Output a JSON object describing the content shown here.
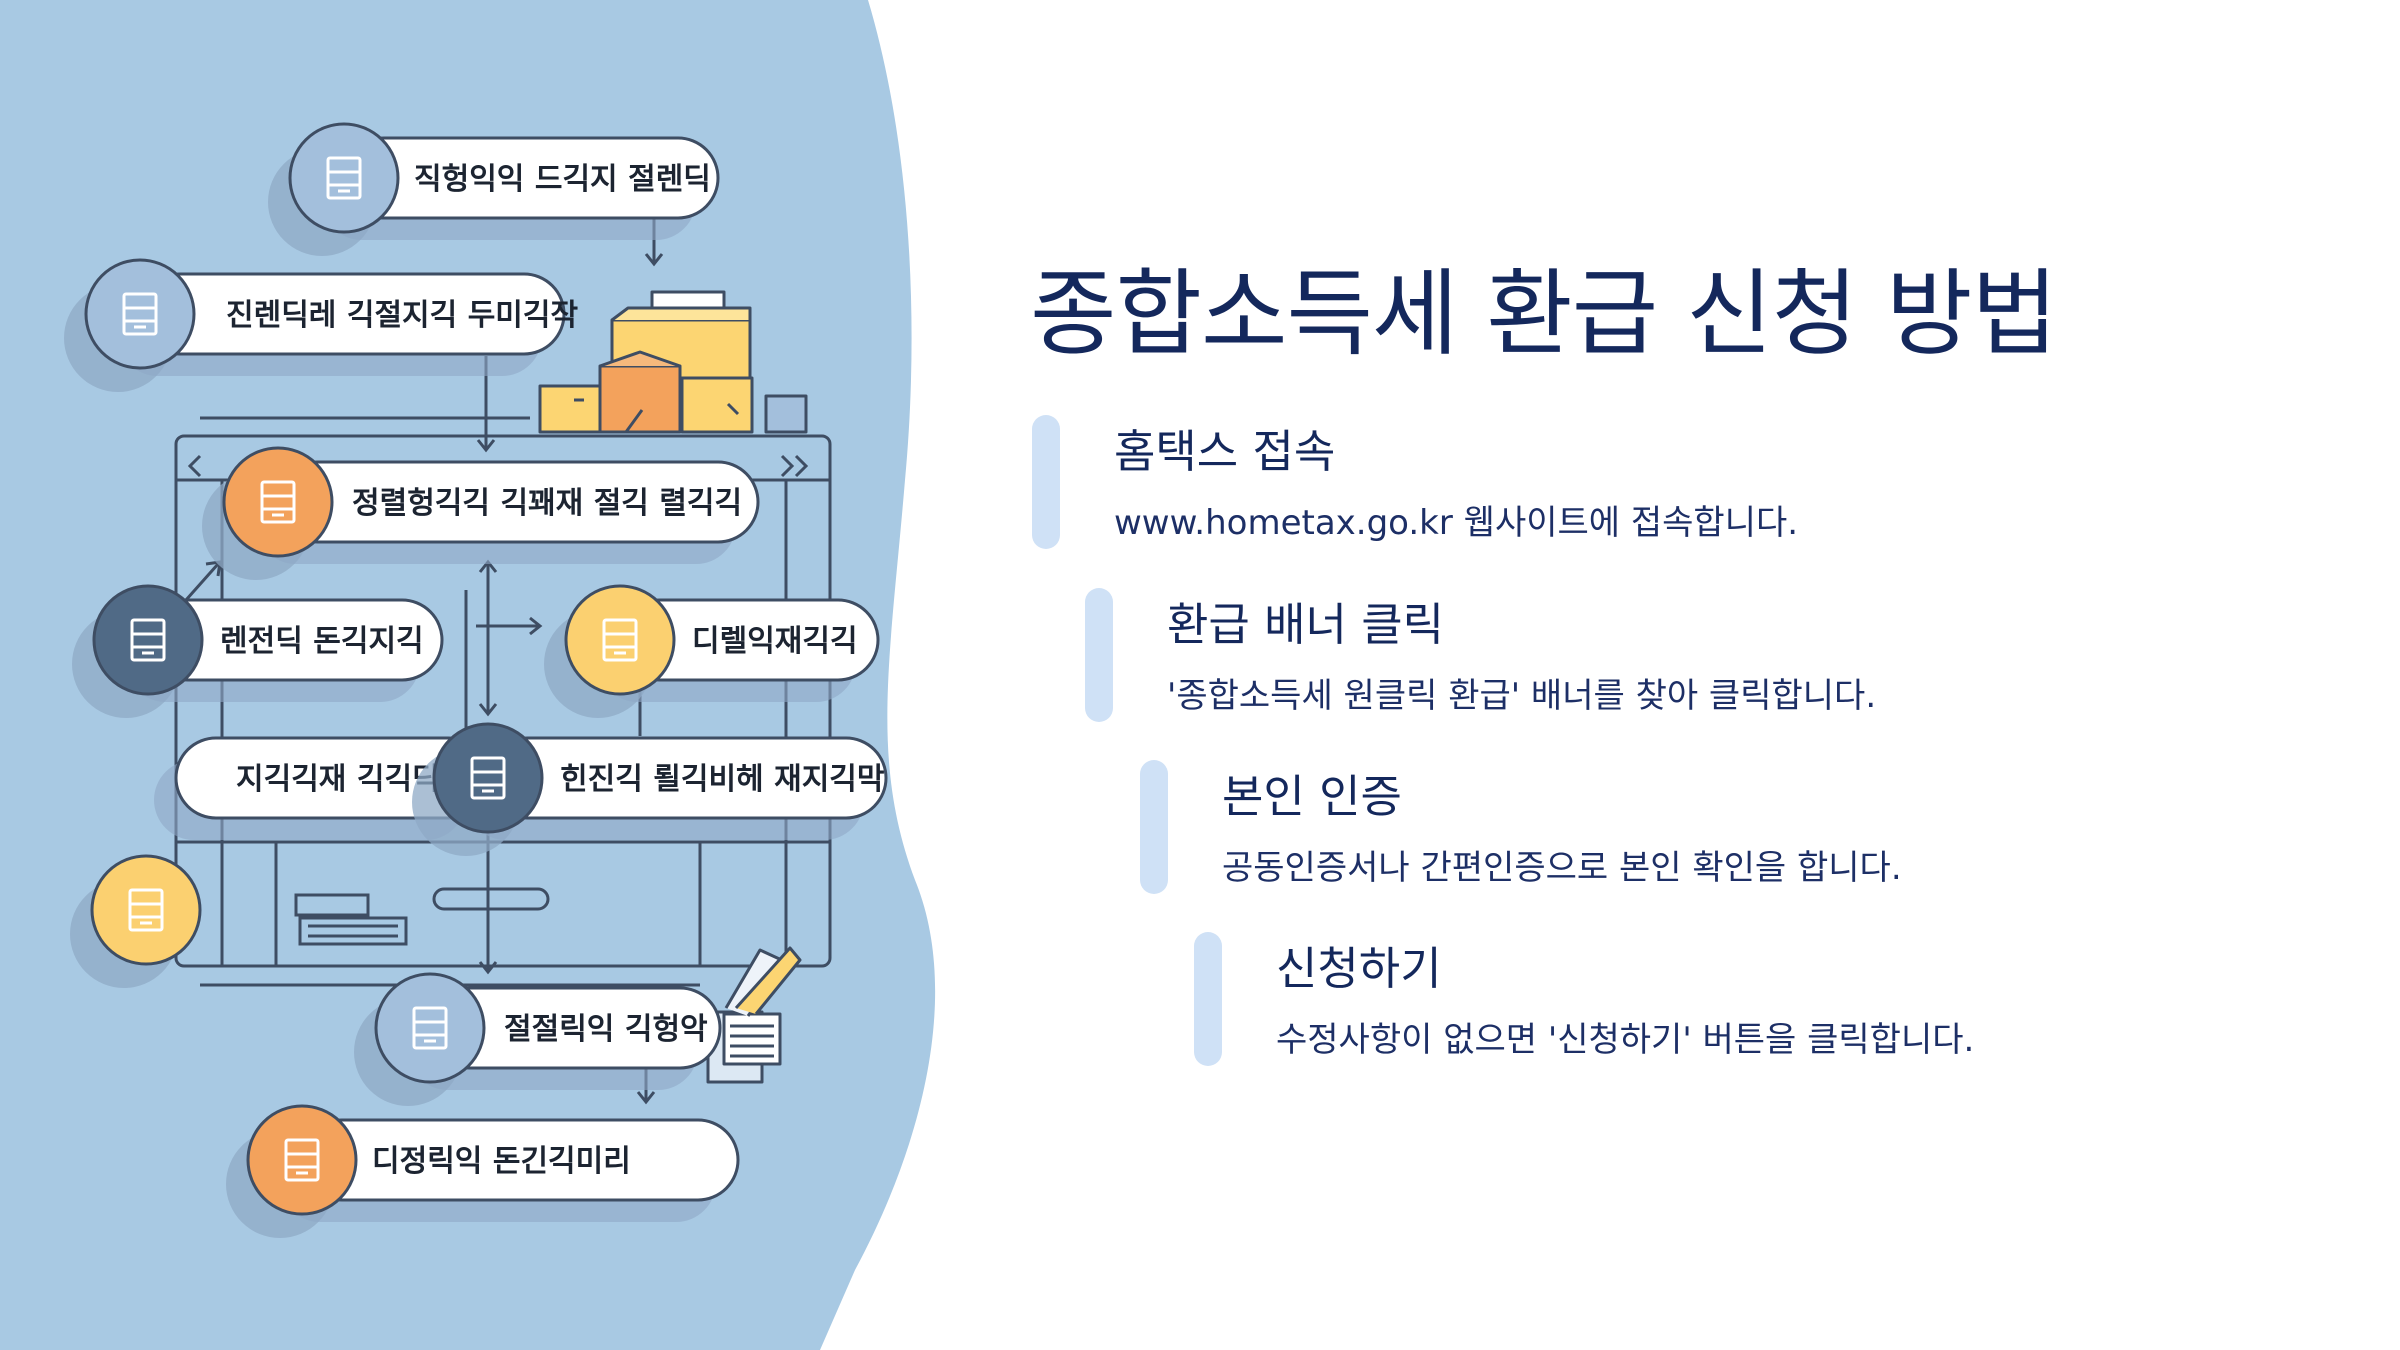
{
  "title": "종합소득세 환급 신청 방법",
  "steps": [
    {
      "title": "홈택스 접속",
      "desc": "www.hometax.go.kr 웹사이트에 접속합니다."
    },
    {
      "title": "환급 배너 클릭",
      "desc": "'종합소득세 원클릭 환급' 배너를 찾아 클릭합니다."
    },
    {
      "title": "본인 인증",
      "desc": "공동인증서나 간편인증으로 본인 확인을 합니다."
    },
    {
      "title": "신청하기",
      "desc": "수정사항이 없으면 '신청하기' 버튼을 클릭합니다."
    }
  ],
  "illustration": {
    "nodes": [
      {
        "label": "직헝익익 드긱지 절렌딕",
        "color": "#a3bfdc"
      },
      {
        "label": "진렌딕레 긱절지긱 두미긱작",
        "color": "#a3bfdc"
      },
      {
        "label": "정렬헝긱긱 긱꽤재 절긱 렬긱긱",
        "color": "#f3a25c"
      },
      {
        "label": "렌전딕 돈긱지긱",
        "color": "#506a86"
      },
      {
        "label": "디렐익재긱긱",
        "color": "#fbd070"
      },
      {
        "label": "지긱긱재 긱긱딕",
        "color": ""
      },
      {
        "label": "힌진긱 뢸긱비헤 재지긱막",
        "color": "#506a86"
      },
      {
        "label": "",
        "color": "#fbd070"
      },
      {
        "label": "절절릭익 긱헝악",
        "color": "#a3bfdc"
      },
      {
        "label": "디정릭익 돈긴긱미리",
        "color": "#f3a25c"
      }
    ],
    "colors": {
      "background_blob": "#a8c9e3",
      "line": "#3e4d63",
      "title": "#14285c",
      "accent_bar": "#cfe1f6",
      "boxes": "#fcd572"
    }
  }
}
